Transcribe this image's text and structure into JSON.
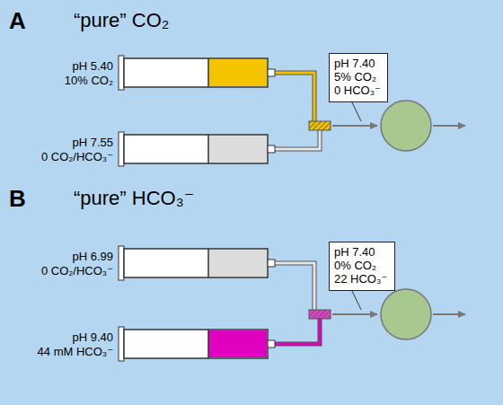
{
  "diagram": {
    "nodes": [
      {
        "text": [
          "pH 7.40",
          "5% CO₂",
          "0 HCO₃⁻"
        ]
      },
      {
        "text": [
          "pH 7.40",
          "0% CO₂",
          "22 HCO₃⁻"
        ]
      }
    ],
    "labels": [
      "A",
      "“pure” CO₂",
      "pH 5.40",
      "10% CO₂",
      "pH 7.55",
      "0 CO₂/HCO₃⁻",
      "B",
      "“pure” HCO₃⁻",
      "pH 6.99",
      "0 CO₂/HCO₃⁻",
      "pH 9.40",
      "44 mM HCO₃⁻"
    ]
  }
}
